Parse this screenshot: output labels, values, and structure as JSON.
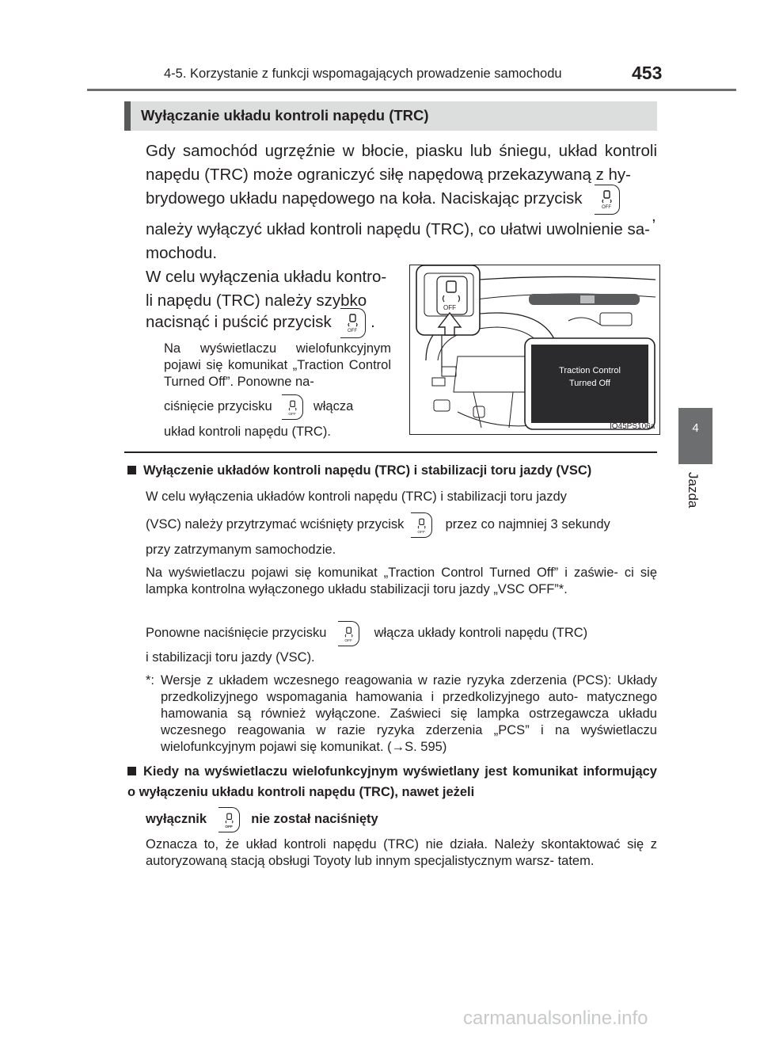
{
  "header": {
    "section_title": "4-5. Korzystanie z funkcji wspomagających prowadzenie samochodu",
    "page_number": "453"
  },
  "side_tab": {
    "chapter_number": "4",
    "chapter_label": "Jazda"
  },
  "section": {
    "title": "Wyłączanie układu kontroli napędu (TRC)",
    "intro_1": "Gdy samochód ugrzęźnie w błocie, piasku lub śniegu, układ kontroli napędu (TRC) może ograniczyć siłę napędową przekazywaną z hy-",
    "intro_2": "brydowego układu napędowego na koła. Naciskając przycisk",
    "intro_3": "należy wyłączyć układ kontroli napędu (TRC), co ułatwi uwolnienie sa-",
    "intro_3_comma": ",",
    "intro_4": "mochodu.",
    "left_1": "W celu wyłączenia układu kontro-",
    "left_2": "li napędu (TRC) należy szybko",
    "left_3": "nacisnąć i puścić przycisk",
    "left_3_end": ".",
    "note_1": "Na wyświetlaczu wielofunkcyjnym pojawi się komunikat „Traction Control Turned Off”. Ponowne na-",
    "note_2": "ciśnięcie przycisku",
    "note_2_end": "włącza",
    "note_3": "układ kontroli napędu (TRC).",
    "figure": {
      "display_line1": "Traction Control",
      "display_line2": "Turned Off",
      "button_text": "OFF",
      "caption": "IO45PS106a"
    }
  },
  "subsections": {
    "trc_vsc": {
      "heading": "Wyłączenie układów kontroli napędu (TRC) i stabilizacji toru jazdy (VSC)",
      "p1_a": "W celu wyłączenia układów kontroli napędu (TRC) i stabilizacji toru jazdy",
      "p1_b": "(VSC) należy przytrzymać wciśnięty przycisk",
      "p1_b_end": "przez co najmniej 3 sekundy",
      "p1_c": "przy zatrzymanym samochodzie.",
      "p2": "Na wyświetlaczu pojawi się komunikat „Traction Control Turned Off” i zaświe- ci się lampka kontrolna wyłączonego układu stabilizacji toru jazdy „VSC OFF”*.",
      "p3_a": "Ponowne naciśnięcie przycisku",
      "p3_a_end": "włącza układy kontroli napędu (TRC)",
      "p3_b": "i stabilizacji toru jazdy (VSC).",
      "footnote_mark": "*:",
      "footnote": "Wersje z układem wczesnego reagowania w razie ryzyka zderzenia (PCS): Układy przedkolizyjnego wspomagania hamowania i przedkolizyjnego auto- matycznego hamowania są również wyłączone. Zaświeci się lampka ostrzegawcza układu wczesnego reagowania w razie ryzyka zderzenia „PCS” i na wyświetlaczu wielofunkcyjnym pojawi się komunikat. (",
      "footnote_ref": "→S. 595)"
    },
    "message": {
      "heading_1": "Kiedy na wyświetlaczu wielofunkcyjnym wyświetlany jest komunikat informujący o wyłączeniu układu kontroli napędu (TRC), nawet jeżeli",
      "heading_2": "wyłącznik",
      "heading_2_end": "nie został naciśnięty",
      "body": "Oznacza to, że układ kontroli napędu (TRC) nie działa. Należy skontaktować się z autoryzowaną stacją obsługi Toyoty lub innym specjalistycznym warsz- tatem."
    }
  },
  "watermark": "carmanualsonline.info"
}
